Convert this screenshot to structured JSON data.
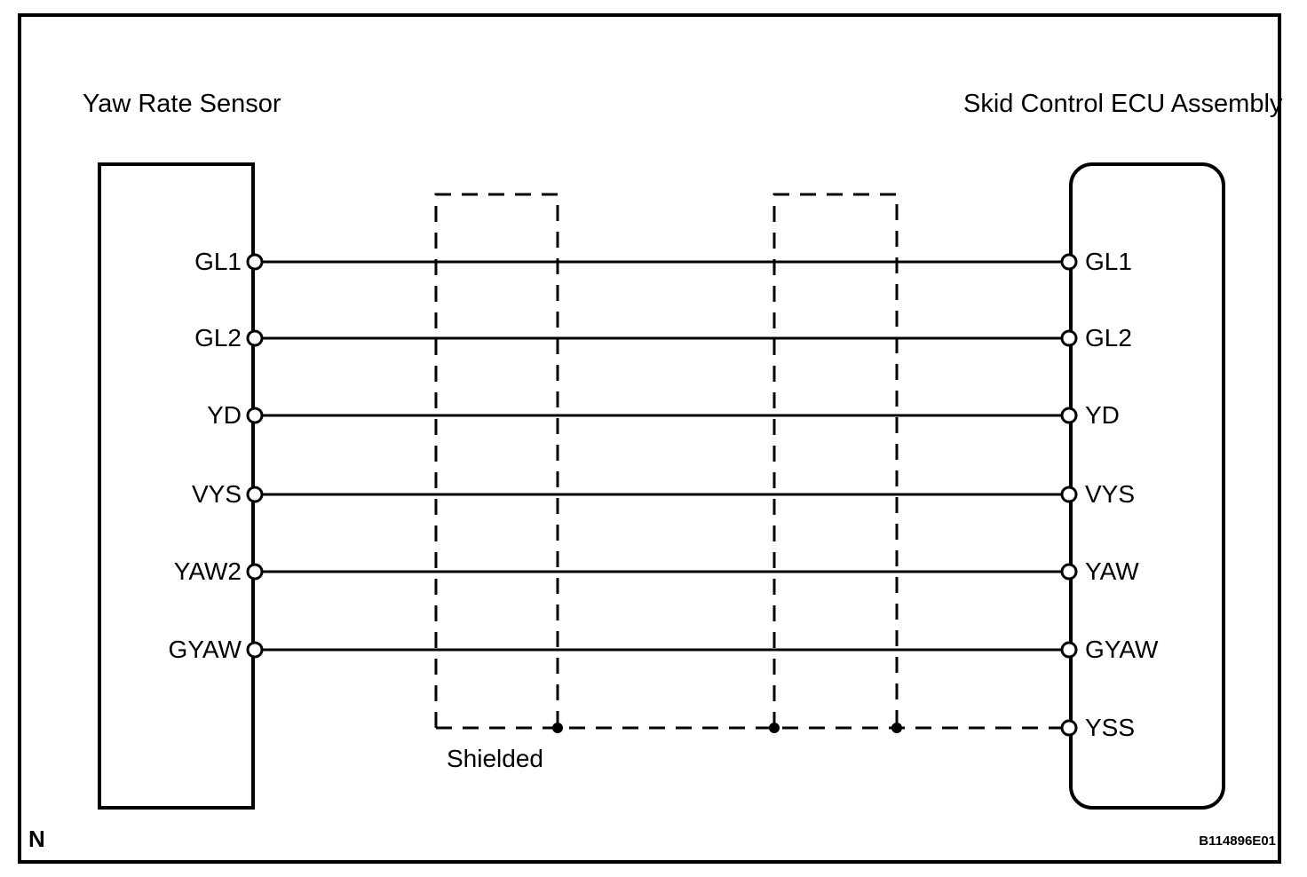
{
  "diagram": {
    "left_component": "Yaw Rate Sensor",
    "right_component": "Skid Control ECU Assembly",
    "shield_label": "Shielded",
    "note_label": "N",
    "figure_code": "B114896E01",
    "rows": [
      {
        "left": "GL1",
        "right": "GL1"
      },
      {
        "left": "GL2",
        "right": "GL2"
      },
      {
        "left": "YD",
        "right": "YD"
      },
      {
        "left": "VYS",
        "right": "VYS"
      },
      {
        "left": "YAW2",
        "right": "YAW"
      },
      {
        "left": "GYAW",
        "right": "GYAW"
      },
      {
        "left": "",
        "right": "YSS"
      }
    ],
    "colors": {
      "line": "#000000",
      "background": "#ffffff"
    }
  }
}
